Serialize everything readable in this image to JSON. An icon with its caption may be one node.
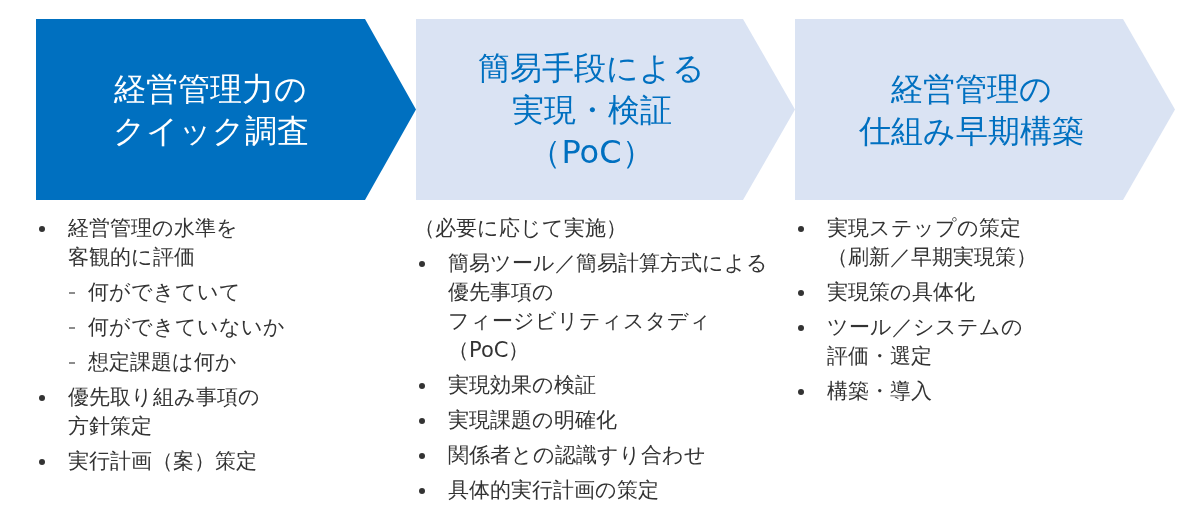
{
  "diagram": {
    "nodes": [
      {
        "text": [
          "経営管理力のクイック調査"
        ],
        "beside": [
          "経営管理の水準を客観的に評価",
          "何ができていて",
          "何ができていないか",
          "想定課題は何か",
          "優先取り組み事項の方針策定",
          "実行計画（案）策定"
        ]
      },
      {
        "text": [
          "簡易手段による実現・検証（PoC）"
        ],
        "beside": [
          "（必要に応じて実施）",
          "簡易ツール／簡易計算方式による優先事項のフィージビリティスタディ（PoC）",
          "実現効果の検証",
          "実現課題の明確化",
          "関係者との認識すり合わせ",
          "具体的実行計画の策定"
        ]
      },
      {
        "text": [
          "経営管理の仕組み早期構築"
        ],
        "beside": [
          "実現ステップの策定（刷新／早期実現策）",
          "実現策の具体化",
          "ツール／システムの評価・選定",
          "構築・導入"
        ]
      }
    ],
    "edges": [
      {
        "from": 0,
        "to": 1,
        "arrow": "to",
        "color": "#0070c0"
      },
      {
        "from": 1,
        "to": 2,
        "arrow": "to"
      },
      {
        "from": 2,
        "to": null,
        "arrow": "to"
      }
    ]
  }
}
